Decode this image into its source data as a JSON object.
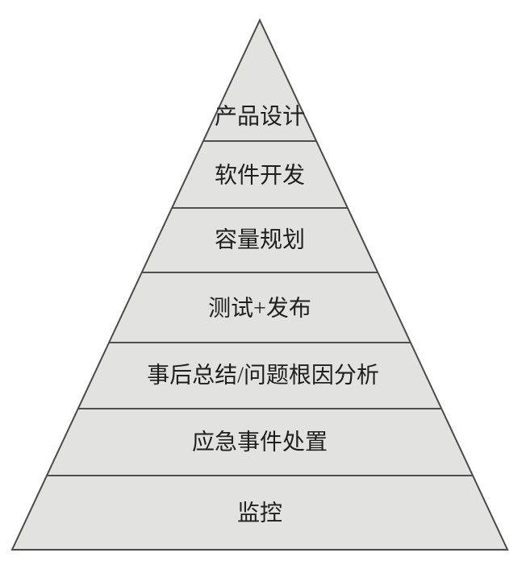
{
  "diagram": {
    "type": "pyramid",
    "description": "seven-level hierarchy pyramid",
    "levels": [
      {
        "label": "产品设计"
      },
      {
        "label": "软件开发"
      },
      {
        "label": "容量规划"
      },
      {
        "label": "测试+发布"
      },
      {
        "label": "事后总结/问题根因分析"
      },
      {
        "label": "应急事件处置"
      },
      {
        "label": "监控"
      }
    ],
    "colors": {
      "layer_fill": "#e2e2e1",
      "outline_stroke": "#4a4a4a",
      "label_text": "#1f1f1f",
      "background": "#ffffff"
    }
  }
}
